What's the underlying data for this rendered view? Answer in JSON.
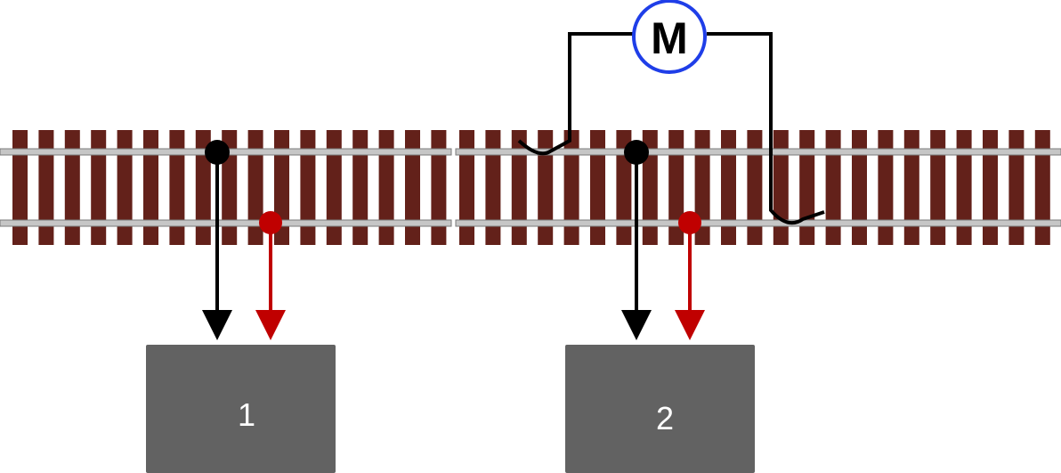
{
  "motor": {
    "label": "M",
    "ring_color": "#1f3ee8"
  },
  "boxes": [
    {
      "label": "1"
    },
    {
      "label": "2"
    }
  ],
  "colors": {
    "tie": "#63211a",
    "rail": "#c6c6c6",
    "rail_edge": "#7a7a7a",
    "wire": "#000000",
    "wire_red": "#c00000",
    "box": "#626262",
    "box_text": "#ffffff"
  }
}
